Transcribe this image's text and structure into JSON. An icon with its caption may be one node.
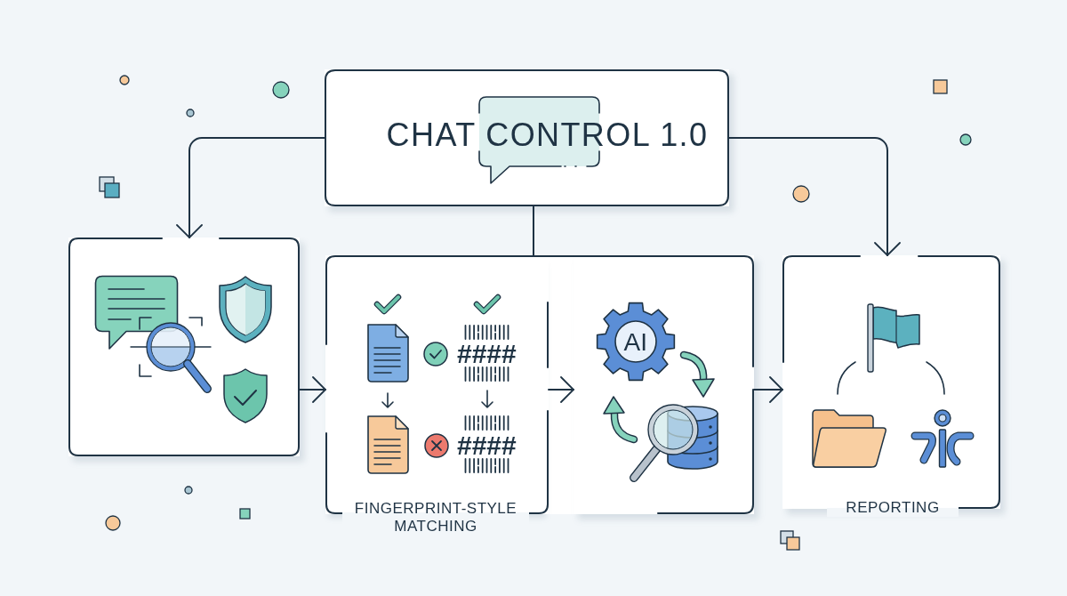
{
  "diagram": {
    "nodes": [
      {
        "text": [
          "CHAT CONTROL 1.0"
        ]
      },
      {
        "text": [],
        "shape": "box"
      },
      {
        "text": [
          "FINGERPRINT-STYLE MATCHING"
        ]
      },
      {
        "text": [],
        "shape": "box"
      },
      {
        "text": [
          "REPORTING"
        ]
      }
    ],
    "edges": [
      {
        "from": 0,
        "to": 1,
        "arrow": "to"
      },
      {
        "from": 0,
        "to": 2,
        "arrow": "none"
      },
      {
        "from": 0,
        "to": 4,
        "arrow": "to"
      },
      {
        "from": 1,
        "to": 2,
        "arrow": "to"
      },
      {
        "from": 2,
        "to": 3,
        "arrow": "to"
      },
      {
        "from": 3,
        "to": 4,
        "arrow": "to"
      }
    ],
    "labels": [
      "####",
      "####",
      "AI"
    ]
  }
}
